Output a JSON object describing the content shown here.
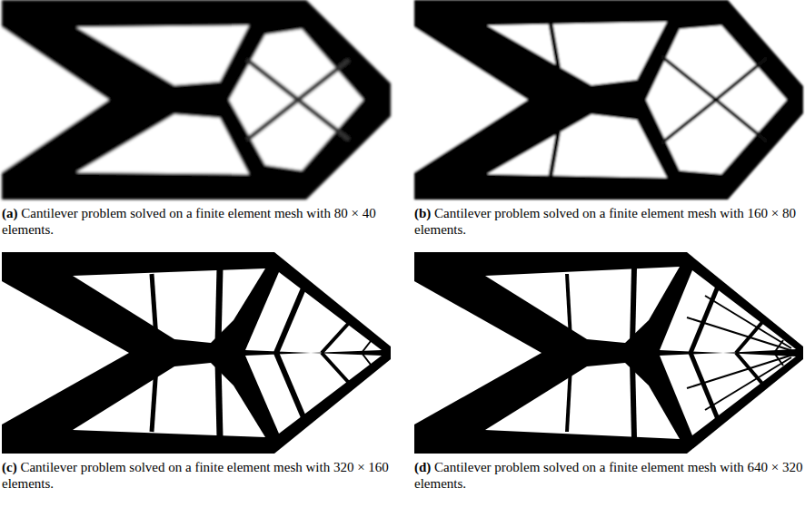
{
  "diagram": {
    "labels": [
      "(a) Cantilever problem solved on a finite element mesh with 80 × 40 elements.",
      "(b) Cantilever problem solved on a finite element mesh with 160 × 80 elements.",
      "(c) Cantilever problem solved on a finite element mesh with 320 × 160 elements.",
      "(d) Cantilever problem solved on a finite element mesh with 640 × 320 elements."
    ]
  }
}
